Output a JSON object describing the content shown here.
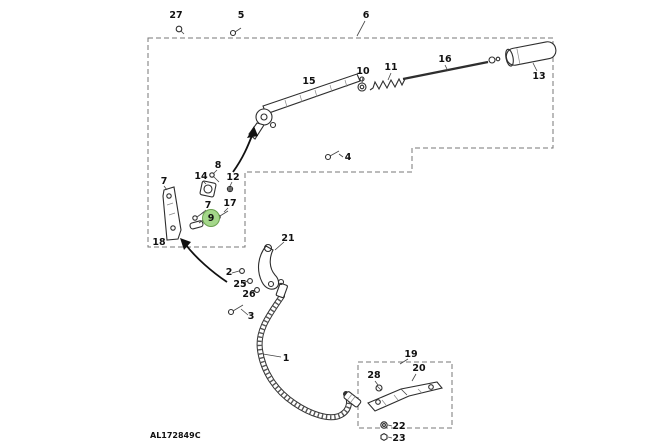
{
  "diagram": {
    "code": "AL172849C",
    "highlight_color": "#a4d78a",
    "parts": {
      "p1": "1",
      "p2": "2",
      "p3": "3",
      "p4": "4",
      "p5": "5",
      "p6": "6",
      "p7a": "7",
      "p7b": "7",
      "p8": "8",
      "p9": "9",
      "p10": "10",
      "p11": "11",
      "p12": "12",
      "p13": "13",
      "p14": "14",
      "p15": "15",
      "p16": "16",
      "p17": "17",
      "p18": "18",
      "p19": "19",
      "p20": "20",
      "p21": "21",
      "p22": "22",
      "p23": "23",
      "p25": "25",
      "p26": "26",
      "p27": "27",
      "p28": "28"
    }
  }
}
